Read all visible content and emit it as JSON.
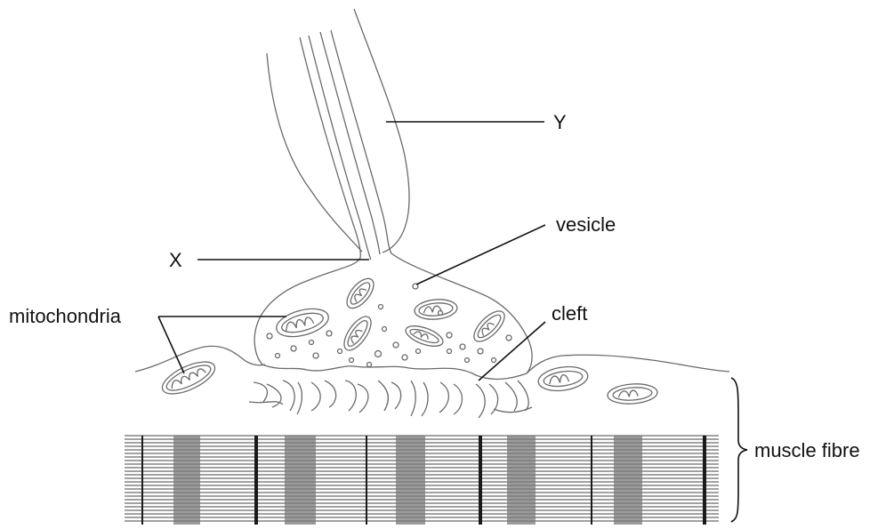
{
  "diagram": {
    "labels": {
      "y": "Y",
      "x": "X",
      "vesicle": "vesicle",
      "cleft": "cleft",
      "mitochondria": "mitochondria",
      "muscle_fibre": "muscle fibre"
    },
    "colors": {
      "outline": "#6a6a6a",
      "label_line": "#111111",
      "z_line": "#1a1a1a",
      "a_band": "#7a7a7a"
    }
  }
}
